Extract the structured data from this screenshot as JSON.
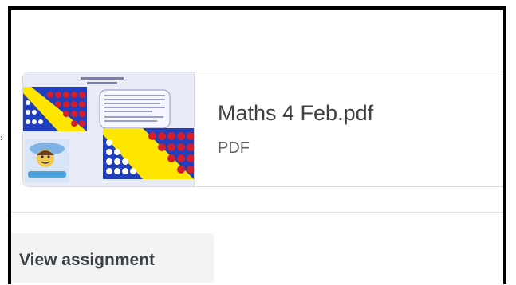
{
  "attachment": {
    "file_name": "Maths 4 Feb.pdf",
    "file_type": "PDF",
    "thumbnail_icon": "pdf-preview-thumbnail"
  },
  "actions": {
    "view_assignment_label": "View assignment"
  }
}
